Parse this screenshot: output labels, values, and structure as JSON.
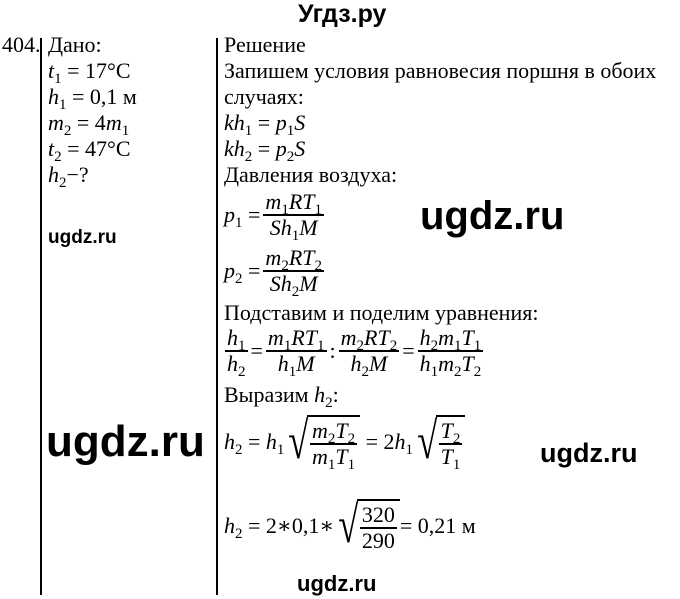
{
  "watermark_top": "Угдз.ру",
  "watermarks": [
    "ugdz.ru",
    "ugdz.ru",
    "ugdz.ru",
    "ugdz.ru",
    "ugdz.ru"
  ],
  "problem_number": "404.",
  "given": {
    "title": "Дано:",
    "t1": {
      "var": "t",
      "sub": "1",
      "rest": " = 17°C"
    },
    "h1": {
      "var": "h",
      "sub": "1",
      "rest": " = 0,1 м"
    },
    "m2": {
      "var": "m",
      "sub": "2",
      "mid": " = 4",
      "var2": "m",
      "sub2": "1"
    },
    "t2": {
      "var": "t",
      "sub": "2",
      "rest": " = 47°C"
    },
    "h2": {
      "var": "h",
      "sub": "2",
      "rest": "−?"
    }
  },
  "solution": {
    "title": "Решение",
    "text1": "Запишем условия равновесия поршня в обоих",
    "text2": "случаях:",
    "eq1": {
      "a": "kh",
      "as": "1",
      "eq": " = ",
      "b": "p",
      "bs": "1",
      "c": "S"
    },
    "eq2": {
      "a": "kh",
      "as": "2",
      "eq": " = ",
      "b": "p",
      "bs": "2",
      "c": "S"
    },
    "text3": "Давления воздуха:",
    "text4": "Подставим и поделим уравнения:",
    "text5": "Выразим ",
    "text5_var": "h",
    "text5_sub": "2",
    "text5_end": ":",
    "final_values": {
      "two": "2",
      "times": " ∗ ",
      "h1": "0,1",
      "num": "320",
      "den": "290",
      "result": " = 0,21 м"
    }
  }
}
